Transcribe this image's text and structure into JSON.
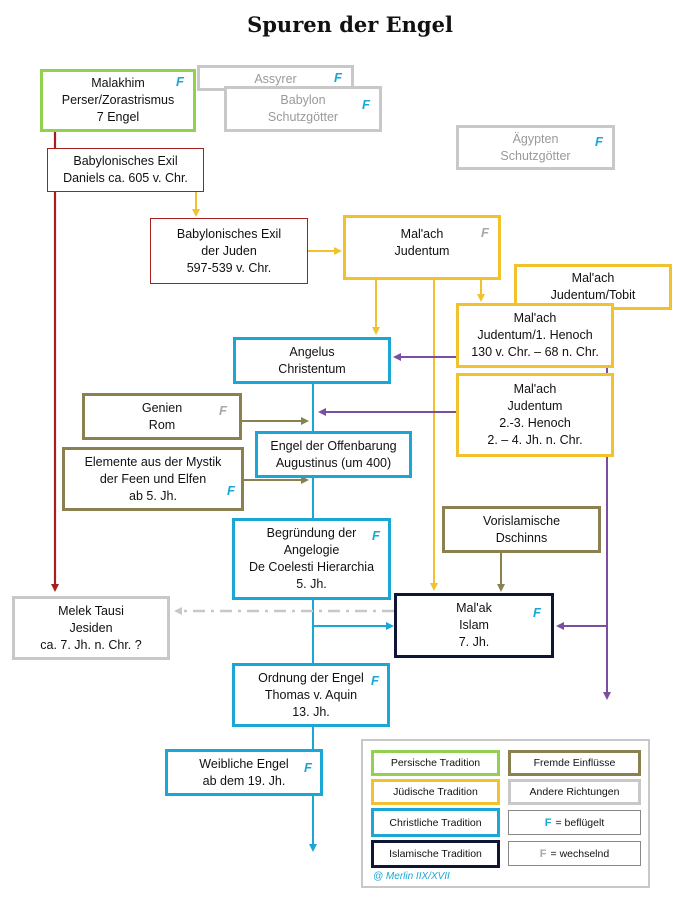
{
  "title": "Spuren der Engel",
  "nodes": {
    "malakhim": {
      "lines": [
        "Malakhim",
        "Perser/Zorastrismus",
        "7 Engel"
      ],
      "f": "F"
    },
    "assyrer": {
      "lines": [
        "Assyrer"
      ],
      "f": "F"
    },
    "babylon": {
      "lines": [
        "Babylon",
        "Schutzgötter"
      ],
      "f": "F"
    },
    "aegypten": {
      "lines": [
        "Ägypten",
        "Schutzgötter"
      ],
      "f": "F"
    },
    "babyl_exil_daniel": {
      "lines": [
        "Babylonisches Exil",
        "Daniels ca. 605 v. Chr."
      ]
    },
    "babyl_exil_juden": {
      "lines": [
        "Babylonisches Exil",
        "der Juden",
        "597-539 v. Chr."
      ]
    },
    "malach_judentum": {
      "lines": [
        "Mal'ach",
        "Judentum"
      ],
      "f": "F"
    },
    "malach_tobit": {
      "lines": [
        "Mal'ach",
        "Judentum/Tobit"
      ]
    },
    "malach_henoch1": {
      "lines": [
        "Mal'ach",
        "Judentum/1. Henoch",
        "130 v. Chr. – 68 n. Chr."
      ]
    },
    "malach_henoch23": {
      "lines": [
        "Mal'ach",
        "Judentum",
        "2.-3. Henoch",
        "2. – 4. Jh. n. Chr."
      ]
    },
    "angelus": {
      "lines": [
        "Angelus",
        "Christentum"
      ]
    },
    "genien": {
      "lines": [
        "Genien",
        "Rom"
      ],
      "f": "F"
    },
    "offenbarung": {
      "lines": [
        "Engel der Offenbarung",
        "Augustinus (um 400)"
      ]
    },
    "mystik": {
      "lines": [
        "Elemente aus der Mystik",
        "der Feen und Elfen",
        "ab 5. Jh."
      ],
      "f": "F"
    },
    "angelogie": {
      "lines": [
        "Begründung der",
        "Angelogie",
        "De Coelesti Hierarchia",
        "5. Jh."
      ],
      "f": "F"
    },
    "vorislamisch": {
      "lines": [
        "Vorislamische",
        "Dschinns"
      ]
    },
    "melek": {
      "lines": [
        "Melek Tausi",
        "Jesiden",
        "ca. 7. Jh. n. Chr. ?"
      ]
    },
    "malak_islam": {
      "lines": [
        "Mal'ak",
        "Islam",
        "7. Jh."
      ],
      "f": "F"
    },
    "thomas": {
      "lines": [
        "Ordnung der Engel",
        "Thomas v. Aquin",
        "13. Jh."
      ],
      "f": "F"
    },
    "weiblich": {
      "lines": [
        "Weibliche Engel",
        "ab dem 19. Jh."
      ],
      "f": "F"
    }
  },
  "legend": {
    "persian": "Persische Tradition",
    "foreign": "Fremde Einflüsse",
    "jewish": "Jüdische Tradition",
    "other": "Andere  Richtungen",
    "christian": "Christliche Tradition",
    "winged_mark": "F",
    "winged": "= beflügelt",
    "islamic": "Islamische Tradition",
    "changing_mark": "F",
    "changing": "= wechselnd",
    "credit": "@ Merlin  IIX/XVII"
  },
  "colors": {
    "persian": "#92d050",
    "jewish": "#f2c12e",
    "christian": "#1ba7d6",
    "islamic": "#0e1633",
    "foreign": "#8b8050",
    "other": "#c8c8c8",
    "exile": "#a72020",
    "purple": "#7a4fa0"
  }
}
